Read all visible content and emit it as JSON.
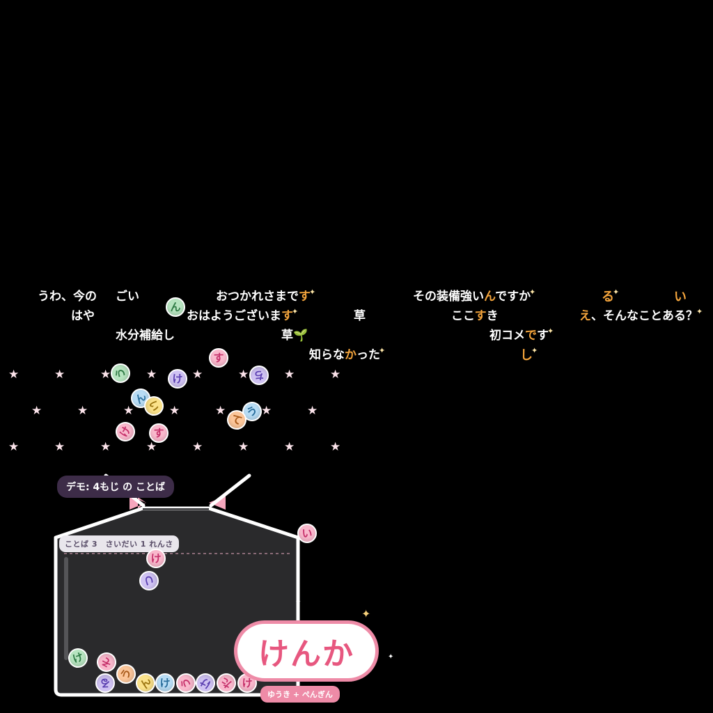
{
  "comments": [
    {
      "text": "うわ、今の",
      "hl": ""
    },
    {
      "text": "ごい",
      "hl": ""
    },
    {
      "text": "おつかれさまで",
      "hl": "す"
    },
    {
      "text": "その装備強い",
      "hl": "ん",
      "tail": "ですか"
    },
    {
      "text": "",
      "hl": "る"
    },
    {
      "text": "",
      "hl": "い"
    },
    {
      "text": "はや",
      "hl": ""
    },
    {
      "text": "おはようございま",
      "hl": "す"
    },
    {
      "text": "草",
      "hl": ""
    },
    {
      "text": "ここ",
      "hl": "す",
      "tail": "き"
    },
    {
      "text": "",
      "hl": "え",
      "tail": "、そんなことある？"
    },
    {
      "text": "水分補給し",
      "hl": ""
    },
    {
      "text": "草🌱",
      "hl": ""
    },
    {
      "text": "初コメ",
      "hl": "で",
      "tail": "す"
    },
    {
      "text": "知らな",
      "hl": "か",
      "tail": "った"
    },
    {
      "text": "",
      "hl": "し"
    }
  ],
  "falling_balls": [
    {
      "kana": "ん",
      "color": "green"
    },
    {
      "kana": "す",
      "color": "pink"
    },
    {
      "kana": "う",
      "color": "green"
    },
    {
      "kana": "け",
      "color": "lav"
    },
    {
      "kana": "ち",
      "color": "lav"
    },
    {
      "kana": "ん",
      "color": "blue"
    },
    {
      "kana": "い",
      "color": "yellow"
    },
    {
      "kana": "う",
      "color": "blue"
    },
    {
      "kana": "て",
      "color": "peach"
    },
    {
      "kana": "け",
      "color": "pink"
    },
    {
      "kana": "す",
      "color": "pink"
    },
    {
      "kana": "い",
      "color": "pink"
    }
  ],
  "jar": {
    "demo_label": "デモ: 4もじ の ことば",
    "stats_label": "ことば 3　さいだい 1 れんさ",
    "dropping": [
      {
        "kana": "け",
        "color": "pink"
      },
      {
        "kana": "つ",
        "color": "lav"
      }
    ],
    "pile": [
      {
        "kana": "け",
        "color": "green"
      },
      {
        "kana": "そ",
        "color": "pink"
      },
      {
        "kana": "る",
        "color": "lav"
      },
      {
        "kana": "う",
        "color": "peach"
      },
      {
        "kana": "ん",
        "color": "yellow"
      },
      {
        "kana": "け",
        "color": "blue"
      },
      {
        "kana": "う",
        "color": "pink"
      },
      {
        "kana": "け",
        "color": "lav"
      },
      {
        "kana": "た",
        "color": "pink"
      },
      {
        "kana": "け",
        "color": "pink"
      }
    ]
  },
  "word": {
    "text": "けんか",
    "sub": "ゆうき + ぺんぎん"
  },
  "colors": {
    "accent_pink": "#ee8ba7",
    "highlight_orange": "#f3a43c",
    "background": "#000000",
    "jar_fill": "#2a2a2c"
  },
  "icons": {
    "star": "star-icon",
    "sparkle": "sparkle-icon"
  }
}
